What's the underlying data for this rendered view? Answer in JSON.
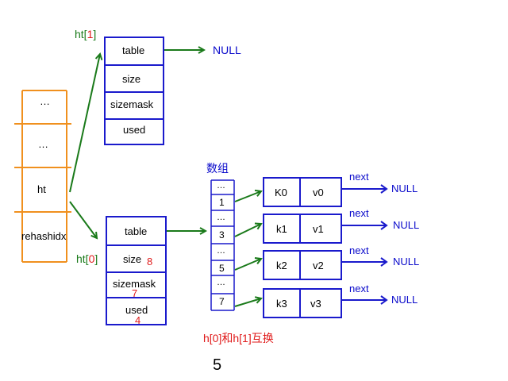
{
  "dict_column": {
    "cells": [
      "…",
      "…",
      "ht",
      "rehashidx"
    ]
  },
  "ht1": {
    "label_prefix": "ht[",
    "label_index": "1",
    "label_suffix": "]",
    "fields": [
      "table",
      "size",
      "sizemask",
      "used"
    ]
  },
  "ht0": {
    "label_prefix": "ht[",
    "label_index": "0",
    "label_suffix": "]",
    "fields": [
      "table",
      "size",
      "sizemask",
      "used"
    ],
    "values": {
      "size": "8",
      "sizemask": "7",
      "used": "4"
    }
  },
  "null_label": "NULL",
  "array": {
    "title": "数组",
    "cells": [
      "…",
      "1",
      "…",
      "3",
      "…",
      "5",
      "…",
      "7"
    ]
  },
  "entries": [
    {
      "key": "K0",
      "value": "v0"
    },
    {
      "key": "k1",
      "value": "v1"
    },
    {
      "key": "k2",
      "value": "v2"
    },
    {
      "key": "k3",
      "value": "v3"
    }
  ],
  "next_label": "next",
  "swap_note": "h[0]和h[1]互换",
  "step_number": "5",
  "colors": {
    "orange": "#f0901e",
    "blue": "#1a1acc",
    "green": "#1a7a1a",
    "red": "#e01b1b"
  }
}
